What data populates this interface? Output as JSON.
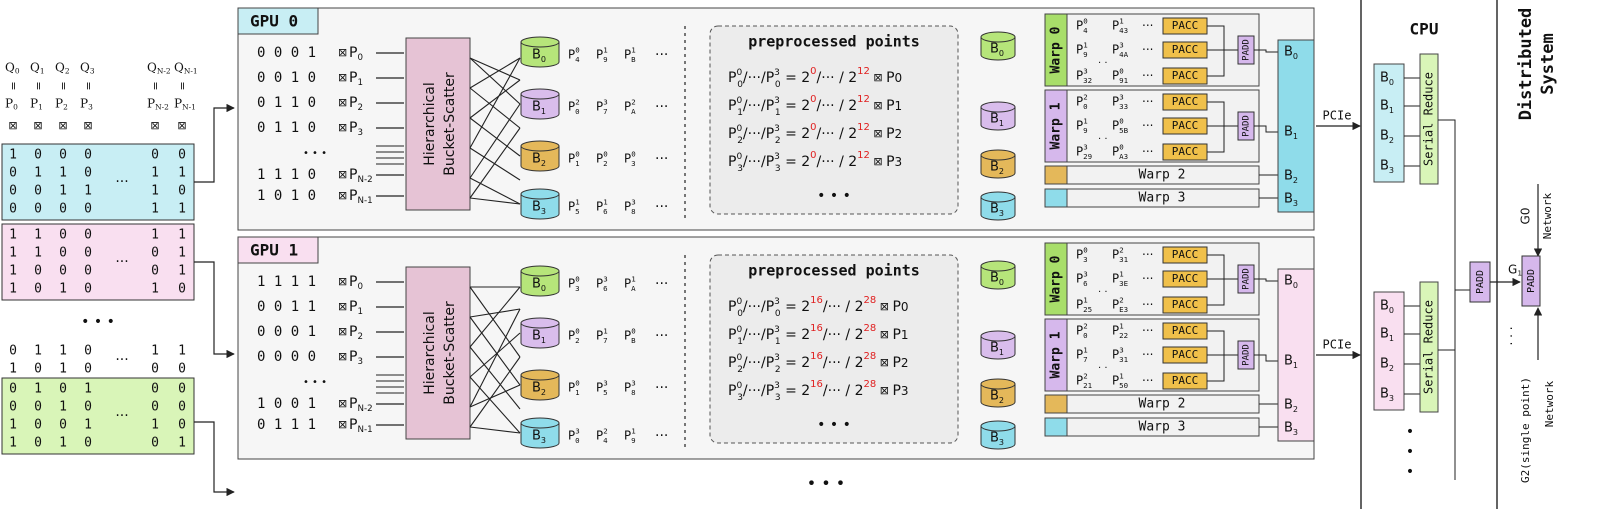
{
  "colors": {
    "blue": "#c8eef4",
    "pink": "#f9dff0",
    "green": "#d9f5b8",
    "bucket_green": "#b6e57a",
    "bucket_lilac": "#d9bdec",
    "bucket_gold": "#e4b85a",
    "bucket_cyan": "#8fdcea",
    "scatter_fill": "#e6c3d5",
    "pacc": "#f0c04a",
    "warp_green": "#a8de6a",
    "warp_lilac": "#d6b8ec",
    "red": "#e02020"
  },
  "input": {
    "q_labels": [
      "Q0",
      "Q1",
      "Q2",
      "Q3",
      "QN-2",
      "QN-1"
    ],
    "eq_symbol": "=",
    "p_labels": [
      "P0",
      "P1",
      "P2",
      "P3",
      "PN-2",
      "PN-1"
    ],
    "mark": "⊠",
    "ellipsis_h": "···",
    "ellipsis_mid": "•   •   •",
    "groups": [
      {
        "color": "blue",
        "rows": [
          [
            "1",
            "0",
            "0",
            "0",
            "0",
            "0"
          ],
          [
            "0",
            "1",
            "1",
            "0",
            "1",
            "1"
          ],
          [
            "0",
            "0",
            "1",
            "1",
            "1",
            "0"
          ],
          [
            "0",
            "0",
            "0",
            "0",
            "1",
            "1"
          ]
        ]
      },
      {
        "color": "pink",
        "rows": [
          [
            "1",
            "1",
            "0",
            "0",
            "1",
            "1"
          ],
          [
            "1",
            "1",
            "0",
            "0",
            "0",
            "1"
          ],
          [
            "1",
            "0",
            "0",
            "0",
            "0",
            "1"
          ],
          [
            "1",
            "0",
            "1",
            "0",
            "1",
            "0"
          ]
        ]
      },
      {
        "color": "none",
        "rows": [
          [
            "0",
            "1",
            "1",
            "0",
            "1",
            "1"
          ],
          [
            "1",
            "0",
            "1",
            "0",
            "0",
            "0"
          ]
        ]
      },
      {
        "color": "green",
        "rows": [
          [
            "0",
            "1",
            "0",
            "1",
            "0",
            "0"
          ],
          [
            "0",
            "0",
            "1",
            "0",
            "0",
            "0"
          ],
          [
            "1",
            "0",
            "0",
            "1",
            "1",
            "0"
          ],
          [
            "1",
            "0",
            "1",
            "0",
            "0",
            "1"
          ]
        ]
      }
    ]
  },
  "gpus": [
    {
      "title": "GPU 0",
      "bits": [
        {
          "bits": "0 0 0 1",
          "p": "P",
          "sub": "0"
        },
        {
          "bits": "0 0 1 0",
          "p": "P",
          "sub": "1"
        },
        {
          "bits": "0 1 1 0",
          "p": "P",
          "sub": "2"
        },
        {
          "bits": "0 1 1 0",
          "p": "P",
          "sub": "3"
        },
        {
          "bits": "1 1 1 0",
          "p": "P",
          "sub": "N-2"
        },
        {
          "bits": "1 0 1 0",
          "p": "P",
          "sub": "N-1"
        }
      ],
      "scatter_label": "Hierarchical Bucket-Scatter",
      "buckets": [
        {
          "label": "B",
          "sub": "0",
          "color": "bucket_green",
          "points": [
            [
              "P",
              "4",
              "0"
            ],
            [
              "P",
              "9",
              "1"
            ],
            [
              "P",
              "B",
              "1"
            ]
          ]
        },
        {
          "label": "B",
          "sub": "1",
          "color": "bucket_lilac",
          "points": [
            [
              "P",
              "0",
              "2"
            ],
            [
              "P",
              "7",
              "3"
            ],
            [
              "P",
              "A",
              "2"
            ]
          ]
        },
        {
          "label": "B",
          "sub": "2",
          "color": "bucket_gold",
          "points": [
            [
              "P",
              "1",
              "0"
            ],
            [
              "P",
              "2",
              "0"
            ],
            [
              "P",
              "3",
              "0"
            ]
          ]
        },
        {
          "label": "B",
          "sub": "3",
          "color": "bucket_cyan",
          "points": [
            [
              "P",
              "5",
              "1"
            ],
            [
              "P",
              "6",
              "1"
            ],
            [
              "P",
              "8",
              "3"
            ]
          ]
        }
      ],
      "pre_title": "preprocessed points",
      "pre_exp_a": "0",
      "pre_exp_b": "12",
      "pre_rows": [
        {
          "i": "0",
          "p": "P0"
        },
        {
          "i": "1",
          "p": "P1"
        },
        {
          "i": "2",
          "p": "P2"
        },
        {
          "i": "3",
          "p": "P3"
        }
      ],
      "warps": [
        {
          "label": "Warp 0",
          "color": "warp_green",
          "rows": [
            {
              "a": [
                "4",
                "0"
              ],
              "b": [
                "43",
                "1"
              ],
              "pacc": "PACC"
            },
            {
              "a": [
                "9",
                "1"
              ],
              "b": [
                "4A",
                "3"
              ],
              "pacc": "PACC"
            },
            {
              "a": [
                "32",
                "3"
              ],
              "b": [
                "91",
                "0"
              ],
              "pacc": "PACC"
            }
          ],
          "padd": "PADD"
        },
        {
          "label": "Warp 1",
          "color": "warp_lilac",
          "rows": [
            {
              "a": [
                "0",
                "2"
              ],
              "b": [
                "33",
                "3"
              ],
              "pacc": "PACC"
            },
            {
              "a": [
                "9",
                "1"
              ],
              "b": [
                "5B",
                "0"
              ],
              "pacc": "PACC"
            },
            {
              "a": [
                "29",
                "3"
              ],
              "b": [
                "A3",
                "0"
              ],
              "pacc": "PACC"
            }
          ],
          "padd": "PADD"
        }
      ],
      "warp2": "Warp 2",
      "warp3": "Warp 3",
      "out_color": "bucket_cyan",
      "out": [
        "B0",
        "B1",
        "B2",
        "B3"
      ],
      "pcie": "PCIe"
    },
    {
      "title": "GPU 1",
      "bits": [
        {
          "bits": "1 1 1 1",
          "p": "P",
          "sub": "0"
        },
        {
          "bits": "0 0 1 1",
          "p": "P",
          "sub": "1"
        },
        {
          "bits": "0 0 0 1",
          "p": "P",
          "sub": "2"
        },
        {
          "bits": "0 0 0 0",
          "p": "P",
          "sub": "3"
        },
        {
          "bits": "1 0 0 1",
          "p": "P",
          "sub": "N-2"
        },
        {
          "bits": "0 1 1 1",
          "p": "P",
          "sub": "N-1"
        }
      ],
      "scatter_label": "Hierarchical Bucket-Scatter",
      "buckets": [
        {
          "label": "B",
          "sub": "0",
          "color": "bucket_green",
          "points": [
            [
              "P",
              "3",
              "0"
            ],
            [
              "P",
              "6",
              "3"
            ],
            [
              "P",
              "A",
              "1"
            ]
          ]
        },
        {
          "label": "B",
          "sub": "1",
          "color": "bucket_lilac",
          "points": [
            [
              "P",
              "2",
              "0"
            ],
            [
              "P",
              "7",
              "1"
            ],
            [
              "P",
              "B",
              "0"
            ]
          ]
        },
        {
          "label": "B",
          "sub": "2",
          "color": "bucket_gold",
          "points": [
            [
              "P",
              "1",
              "0"
            ],
            [
              "P",
              "5",
              "3"
            ],
            [
              "P",
              "8",
              "3"
            ]
          ]
        },
        {
          "label": "B",
          "sub": "3",
          "color": "bucket_cyan",
          "points": [
            [
              "P",
              "0",
              "3"
            ],
            [
              "P",
              "4",
              "2"
            ],
            [
              "P",
              "9",
              "1"
            ]
          ]
        }
      ],
      "pre_title": "preprocessed points",
      "pre_exp_a": "16",
      "pre_exp_b": "28",
      "pre_rows": [
        {
          "i": "0",
          "p": "P0"
        },
        {
          "i": "1",
          "p": "P1"
        },
        {
          "i": "2",
          "p": "P2"
        },
        {
          "i": "3",
          "p": "P3"
        }
      ],
      "warps": [
        {
          "label": "Warp 0",
          "color": "warp_green",
          "rows": [
            {
              "a": [
                "3",
                "0"
              ],
              "b": [
                "31",
                "2"
              ],
              "pacc": "PACC"
            },
            {
              "a": [
                "6",
                "3"
              ],
              "b": [
                "3E",
                "1"
              ],
              "pacc": "PACC"
            },
            {
              "a": [
                "25",
                "1"
              ],
              "b": [
                "E3",
                "2"
              ],
              "pacc": "PACC"
            }
          ],
          "padd": "PADD"
        },
        {
          "label": "Warp 1",
          "color": "warp_lilac",
          "rows": [
            {
              "a": [
                "0",
                "2"
              ],
              "b": [
                "22",
                "1"
              ],
              "pacc": "PACC"
            },
            {
              "a": [
                "7",
                "1"
              ],
              "b": [
                "31",
                "3"
              ],
              "pacc": "PACC"
            },
            {
              "a": [
                "21",
                "2"
              ],
              "b": [
                "50",
                "1"
              ],
              "pacc": "PACC"
            }
          ],
          "padd": "PADD"
        }
      ],
      "warp2": "Warp 2",
      "warp3": "Warp 3",
      "out_color": "pink",
      "out": [
        "B0",
        "B1",
        "B2",
        "B3"
      ],
      "pcie": "PCIe"
    }
  ],
  "cpu": {
    "title": "CPU",
    "serial_reduce": "Serial Reduce",
    "buckets": [
      "B0",
      "B1",
      "B2",
      "B3"
    ],
    "padd": "PADD"
  },
  "distributed": {
    "title_line1": "Distributed",
    "title_line2": "System",
    "g0": "G0",
    "g1": "G1",
    "g2": "G2(single point)",
    "network": "Network",
    "padd": "PADD"
  },
  "bottom_ellipsis": "•   •   •"
}
